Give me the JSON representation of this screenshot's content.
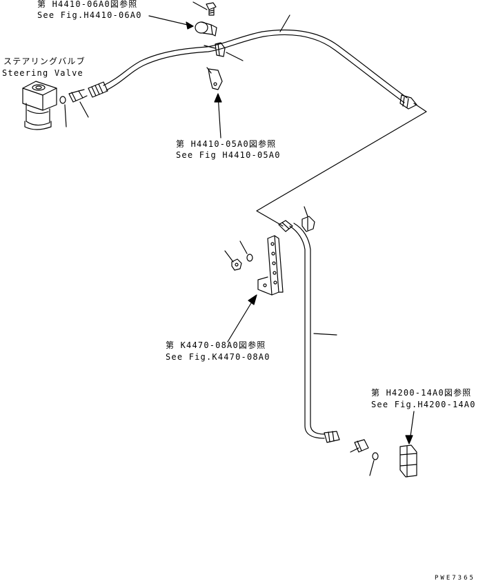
{
  "refs": {
    "r1_jp": "第 H4410-06A0図参照",
    "r1_en": "See Fig.H4410-06A0",
    "r2_jp": "第 H4410-05A0図参照",
    "r2_en": "See Fig H4410-05A0",
    "r3_jp": "第 K4470-08A0図参照",
    "r3_en": "See Fig.K4470-08A0",
    "r4_jp": "第 H4200-14A0図参照",
    "r4_en": "See Fig.H4200-14A0"
  },
  "steering_valve": {
    "jp": "ステアリングバルブ",
    "en": "Steering Valve"
  },
  "drawing_code": "PWE7365"
}
